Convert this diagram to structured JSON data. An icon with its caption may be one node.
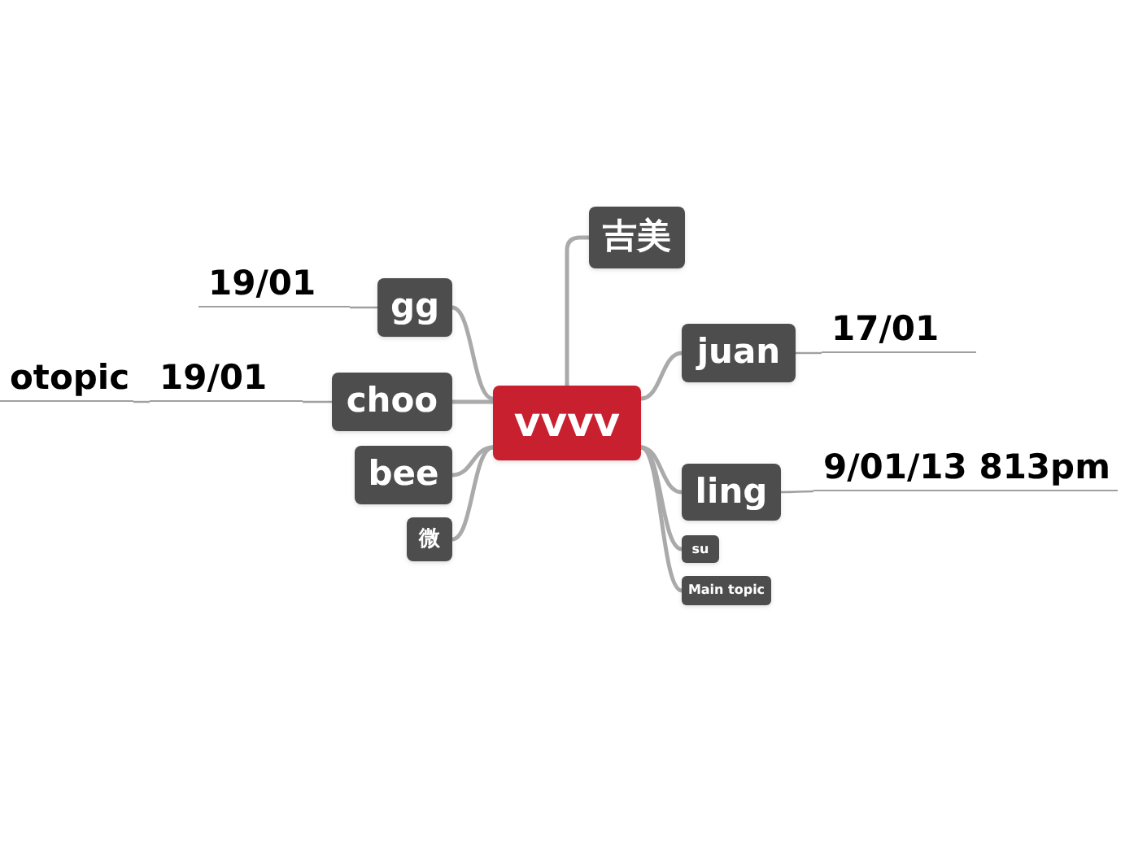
{
  "diagram": {
    "nodes": [
      {
        "text": [
          "vvvv"
        ]
      },
      {
        "text": [
          "吉美"
        ]
      },
      {
        "text": [
          "juan"
        ]
      },
      {
        "text": [
          "ling"
        ]
      },
      {
        "text": [
          "su"
        ]
      },
      {
        "text": [
          "Main topic"
        ]
      },
      {
        "text": [
          "gg"
        ]
      },
      {
        "text": [
          "choo"
        ]
      },
      {
        "text": [
          "bee"
        ]
      },
      {
        "text": [
          "微"
        ]
      },
      {
        "text": [
          "19/01"
        ]
      },
      {
        "text": [
          "19/01"
        ]
      },
      {
        "text": [
          "otopic"
        ]
      },
      {
        "text": [
          "17/01"
        ]
      },
      {
        "text": [
          "9/01/13 813pm"
        ]
      }
    ],
    "edges": [
      {
        "from": 0,
        "to": 1,
        "arrow": "none"
      },
      {
        "from": 0,
        "to": 2,
        "arrow": "none"
      },
      {
        "from": 0,
        "to": 3,
        "arrow": "none"
      },
      {
        "from": 0,
        "to": 4,
        "arrow": "none"
      },
      {
        "from": 0,
        "to": 5,
        "arrow": "none"
      },
      {
        "from": 0,
        "to": 6,
        "arrow": "none"
      },
      {
        "from": 0,
        "to": 7,
        "arrow": "none"
      },
      {
        "from": 0,
        "to": 8,
        "arrow": "none"
      },
      {
        "from": 0,
        "to": 9,
        "arrow": "none"
      },
      {
        "from": 6,
        "to": 10,
        "arrow": "none"
      },
      {
        "from": 7,
        "to": 11,
        "arrow": "none"
      },
      {
        "from": 11,
        "to": 12,
        "arrow": "none"
      },
      {
        "from": 2,
        "to": 13,
        "arrow": "none"
      },
      {
        "from": 3,
        "to": 14,
        "arrow": "none"
      }
    ]
  }
}
